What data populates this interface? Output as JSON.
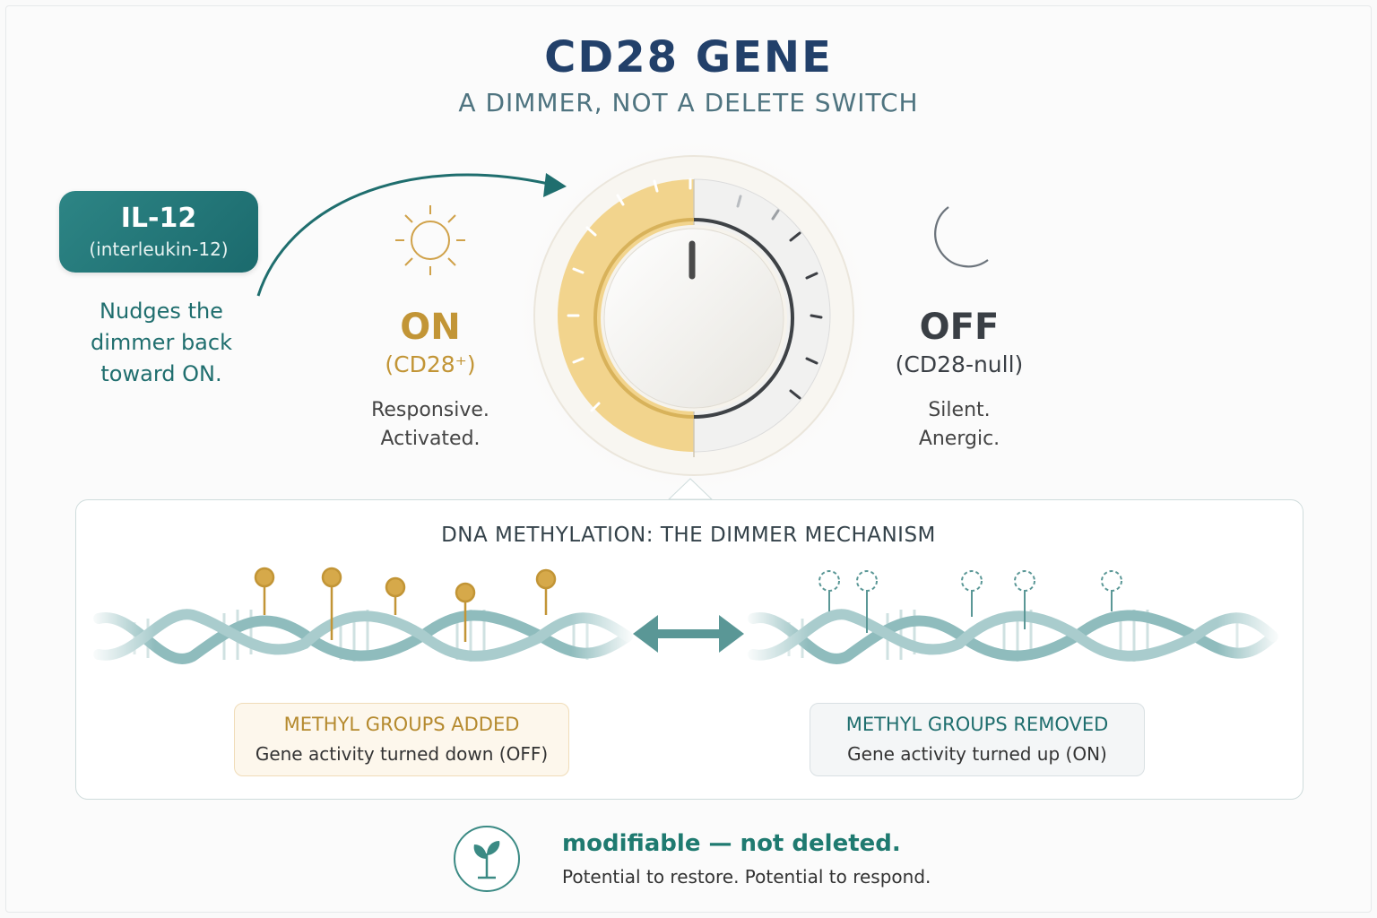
{
  "header": {
    "title": "CD28 GENE",
    "subtitle": "A DIMMER, NOT A DELETE SWITCH"
  },
  "il12": {
    "title": "IL-12",
    "subtitle": "(interleukin-12)",
    "note_lines": [
      "Nudges the",
      "dimmer back",
      "toward ON."
    ]
  },
  "on_state": {
    "title": "ON",
    "subtitle": "(CD28⁺)",
    "desc_lines": [
      "Responsive.",
      "Activated."
    ]
  },
  "off_state": {
    "title": "OFF",
    "subtitle": "(CD28-null)",
    "desc_lines": [
      "Silent.",
      "Anergic."
    ]
  },
  "mechanism": {
    "title": "DNA METHYLATION: THE DIMMER MECHANISM",
    "left_caption_title": "METHYL GROUPS ADDED",
    "left_caption_desc": "Gene activity turned down (OFF)",
    "right_caption_title": "METHYL GROUPS REMOVED",
    "right_caption_desc": "Gene activity turned up (ON)"
  },
  "footer": {
    "headline": "modifiable — not deleted.",
    "tagline": "Potential to restore. Potential to respond."
  },
  "icons": {
    "sun": "sun-icon",
    "moon": "moon-icon",
    "sprout": "sprout-icon",
    "swap": "double-arrow-icon"
  },
  "colors": {
    "navy": "#22406a",
    "teal": "#1f6e6e",
    "gold": "#c29536",
    "gold_light": "#f3d691",
    "dna": "#8fbcbd"
  }
}
